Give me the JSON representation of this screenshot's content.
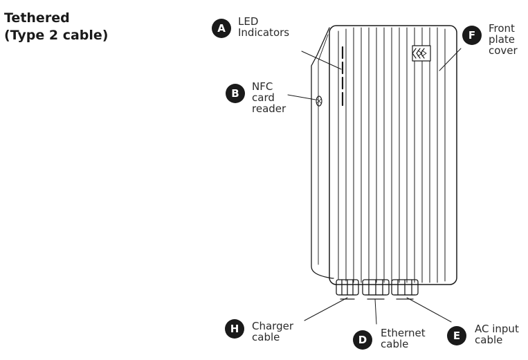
{
  "title": {
    "line1": "Tethered",
    "line2": "(Type 2 cable)"
  },
  "callouts": {
    "A": {
      "letter": "A",
      "lines": [
        "LED",
        "Indicators"
      ]
    },
    "B": {
      "letter": "B",
      "lines": [
        "NFC",
        "card",
        "reader"
      ]
    },
    "F": {
      "letter": "F",
      "lines": [
        "Front",
        "plate",
        "cover"
      ]
    },
    "H": {
      "letter": "H",
      "lines": [
        "Charger",
        "cable"
      ]
    },
    "D": {
      "letter": "D",
      "lines": [
        "Ethernet",
        "cable"
      ]
    },
    "E": {
      "letter": "E",
      "lines": [
        "AC input",
        "cable"
      ]
    }
  },
  "colors": {
    "ink": "#1a1a1a",
    "badge_bg": "#1a1a1a",
    "badge_fg": "#ffffff",
    "background": "#ffffff"
  }
}
